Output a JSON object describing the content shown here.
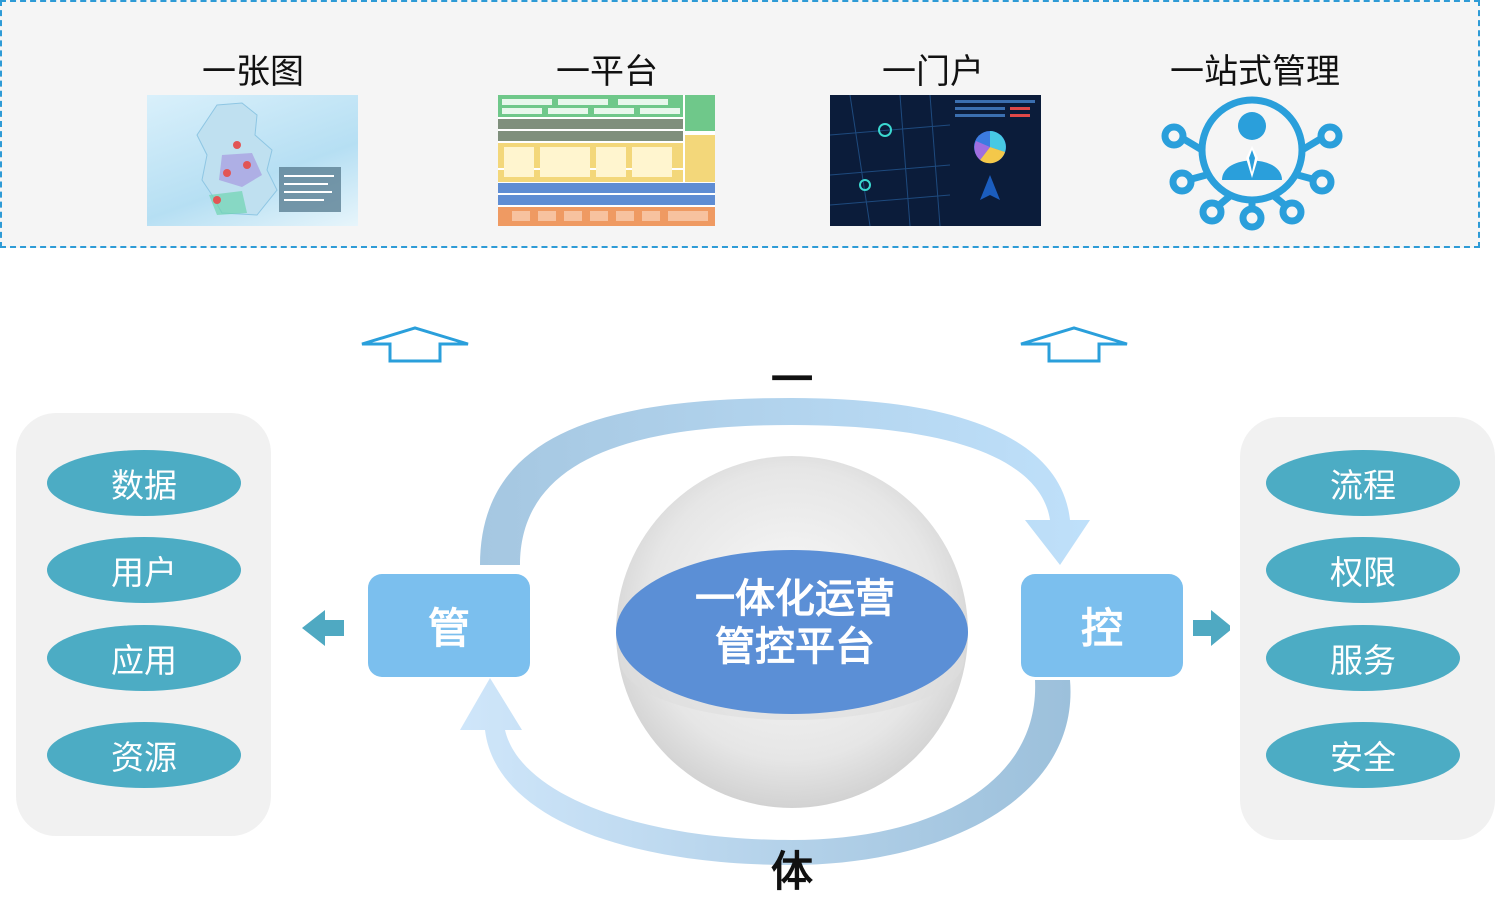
{
  "top": {
    "items": [
      {
        "label": "一张图"
      },
      {
        "label": "一平台"
      },
      {
        "label": "一门户"
      },
      {
        "label": "一站式管理"
      }
    ]
  },
  "left_panel": {
    "items": [
      "数据",
      "用户",
      "应用",
      "资源"
    ]
  },
  "right_panel": {
    "items": [
      "流程",
      "权限",
      "服务",
      "安全"
    ]
  },
  "left_box": "管",
  "right_box": "控",
  "core": {
    "line1": "一体化运营",
    "line2": "管控平台"
  },
  "ring_top_label": "一",
  "ring_bottom_label": "体",
  "colors": {
    "accent_blue": "#2e9bd6",
    "pill": "#4cacc4",
    "box": "#7bbfee",
    "core": "#5b8fd6"
  }
}
